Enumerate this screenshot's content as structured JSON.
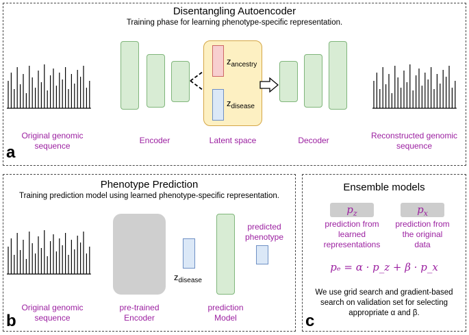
{
  "panel_a": {
    "title": "Disentangling Autoencoder",
    "subtitle": "Training phase for learning phenotype-specific representation.",
    "letter": "a",
    "input_label": [
      "Original genomic",
      "sequence"
    ],
    "encoder_label": "Encoder",
    "latent_label": "Latent space",
    "decoder_label": "Decoder",
    "output_label": [
      "Reconstructed genomic",
      "sequence"
    ],
    "z_ancestry": {
      "base": "z",
      "sub": "ancestry"
    },
    "z_disease": {
      "base": "z",
      "sub": "disease"
    }
  },
  "panel_b": {
    "title": "Phenotype Prediction",
    "subtitle": "Training prediction model using learned phenotype-specific representation.",
    "letter": "b",
    "input_label": [
      "Original genomic",
      "sequence"
    ],
    "encoder_label": [
      "pre-trained",
      "Encoder"
    ],
    "z_disease": {
      "base": "z",
      "sub": "disease"
    },
    "model_label": [
      "prediction",
      "Model"
    ],
    "output_label": [
      "predicted",
      "phenotype"
    ]
  },
  "panel_c": {
    "title": "Ensemble models",
    "letter": "c",
    "pz_symbol": {
      "base": "p",
      "sub": "z"
    },
    "px_symbol": {
      "base": "p",
      "sub": "x"
    },
    "pz_desc": [
      "prediction from",
      "learned",
      "representations"
    ],
    "px_desc": [
      "prediction from",
      "the original",
      "data"
    ],
    "formula": "pₑ = α · p_z + β · p_x",
    "note_lines": [
      "We use grid search and gradient-based",
      "search on validation set for selecting",
      "appropriate α and β."
    ]
  },
  "sequence_bars": [
    40,
    52,
    28,
    60,
    35,
    50,
    22,
    62,
    45,
    30,
    55,
    38,
    64,
    26,
    48,
    58,
    33,
    52,
    42,
    60,
    28,
    50,
    36,
    56,
    46,
    62,
    30,
    40
  ]
}
